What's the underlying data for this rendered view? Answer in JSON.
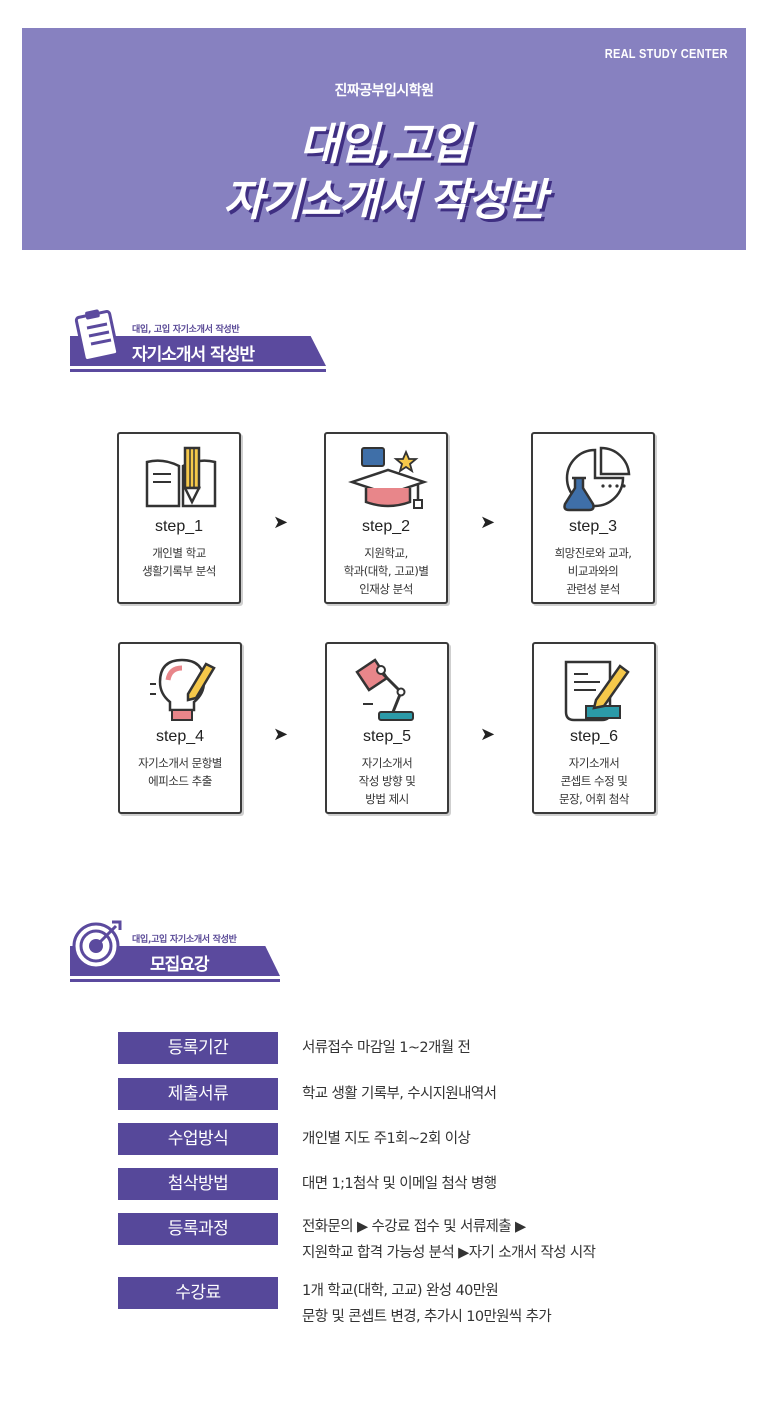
{
  "banner": {
    "brand": "REAL STUDY CENTER",
    "subtitle": "진짜공부입시학원",
    "title_line1": "대입,고입",
    "title_line2": "자기소개서 작성반"
  },
  "section1": {
    "small": "대입, 고입 자기소개서 작성반",
    "title": "자기소개서 작성반"
  },
  "steps": [
    {
      "title": "step_1",
      "desc": "개인별 학교\n생활기록부 분석",
      "icon": "open-book-pencil-icon"
    },
    {
      "title": "step_2",
      "desc": "지원학교,\n학과(대학, 고교)별\n인재상 분석",
      "icon": "graduation-cap-star-icon"
    },
    {
      "title": "step_3",
      "desc": "희망진로와 교과,\n비교과와의\n관련성 분석",
      "icon": "pie-chart-flask-icon"
    },
    {
      "title": "step_4",
      "desc": "자기소개서 문항별\n에피소드 추출",
      "icon": "lightbulb-pencil-icon"
    },
    {
      "title": "step_5",
      "desc": "자기소개서\n작성 방향 및\n방법 제시",
      "icon": "desk-lamp-icon"
    },
    {
      "title": "step_6",
      "desc": "자기소개서\n콘셉트 수정 및\n문장, 어휘 첨삭",
      "icon": "document-pencil-icon"
    }
  ],
  "arrow_glyph": "➤",
  "section2": {
    "small": "대입,고입 자기소개서 작성반",
    "title": "모집요강"
  },
  "info": [
    {
      "label": "등록기간",
      "value": "서류접수 마감일 1~2개월 전"
    },
    {
      "label": "제출서류",
      "value": "학교 생활 기록부, 수시지원내역서"
    },
    {
      "label": "수업방식",
      "value": "개인별 지도 주1회~2회 이상"
    },
    {
      "label": "첨삭방법",
      "value": "대면 1;1첨삭 및 이메일 첨삭 병행"
    },
    {
      "label": "등록과정",
      "value": "전화문의 ▶ 수강료 접수 및 서류제출 ▶\n지원학교 합격 가능성 분석 ▶자기 소개서 작성 시작"
    },
    {
      "label": "수강료",
      "value": "1개 학교(대학, 고교) 완성 40만원\n문항 및 콘셉트 변경, 추가시 10만원씩 추가"
    }
  ],
  "colors": {
    "banner": "#8781c0",
    "accent": "#56489a",
    "title_shadow": "#3f2f82"
  }
}
